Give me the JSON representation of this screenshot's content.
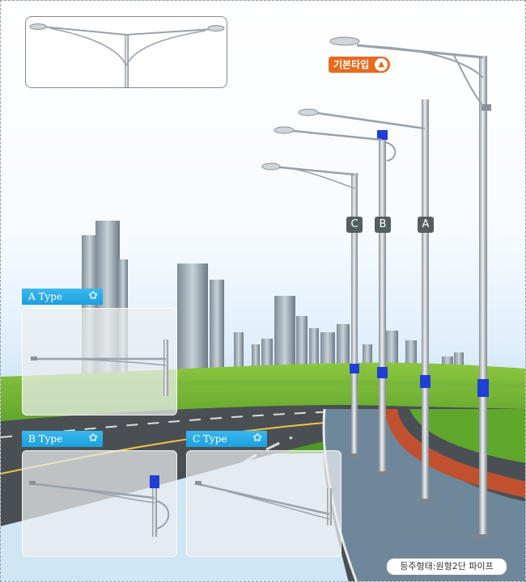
{
  "labels": {
    "basic_type": "기본타입",
    "pole_type": "등주형태:원형2단 파이프",
    "badge_a": "A",
    "badge_b": "B",
    "badge_c": "C",
    "type_a": "A Type",
    "type_b": "B Type",
    "type_c": "C Type"
  },
  "icons": {
    "basic_type_arrow": "chevron-up-icon",
    "type_tab_ornament": "flower-icon"
  },
  "colors": {
    "accent_orange": "#e86a1e",
    "type_tab_blue": "#1c9fdc",
    "pole_band_blue": "#1f3fd6",
    "badge_gray": "#555d60",
    "track_red": "#c1502e",
    "grass_green": "#5fa82c"
  }
}
